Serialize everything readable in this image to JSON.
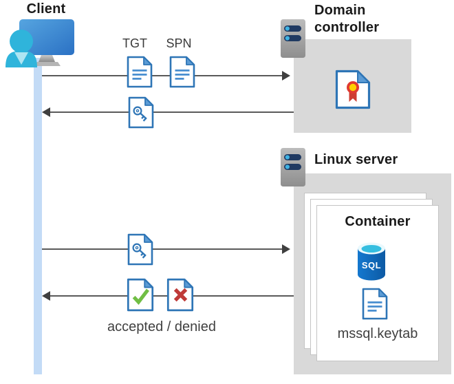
{
  "diagram": {
    "client": {
      "label": "Client",
      "icon": "user-workstation-icon"
    },
    "domain_controller": {
      "label": "Domain\ncontroller",
      "icon": "server-icon",
      "content_icon": "certificate-icon"
    },
    "linux_server": {
      "label": "Linux server",
      "icon": "server-icon",
      "container": {
        "label": "Container",
        "sql_badge": "SQL",
        "sql_icon": "sql-database-icon",
        "keytab_icon": "document-icon",
        "keytab_file": "mssql.keytab"
      }
    },
    "messages": [
      {
        "direction": "right",
        "labels": [
          "TGT",
          "SPN"
        ],
        "icons": [
          "tgt-document-icon",
          "spn-document-icon"
        ]
      },
      {
        "direction": "left",
        "icons": [
          "key-document-icon"
        ]
      },
      {
        "direction": "right",
        "icons": [
          "key-document-icon"
        ]
      },
      {
        "direction": "left",
        "caption": "accepted / denied",
        "icons": [
          "accepted-document-icon",
          "denied-document-icon"
        ]
      }
    ],
    "colors": {
      "doc_border_blue": "#2e75b6",
      "doc_fold_blue": "#5b9bd5",
      "doc_line_blue": "#4a8fd0",
      "lifeline_blue": "#c3dbf6",
      "box_gray": "#d9d9d9",
      "arrow_gray": "#595959",
      "check_green": "#70be44",
      "cross_red": "#bf3a38",
      "sql_body_blue": "#1068b8",
      "sql_top_cyan": "#35bee0",
      "person_cyan": "#2fb4db",
      "monitor_blue": "#2b71c4",
      "server_bar_navy": "#203a62",
      "caption_text": "#404040"
    }
  }
}
